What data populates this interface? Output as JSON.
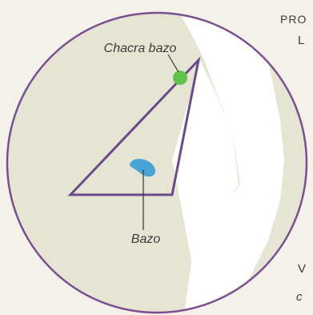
{
  "labels": {
    "chakra": "Chacra bazo",
    "organ": "Bazo"
  },
  "edge_text": {
    "heading": "PRO",
    "paragraph_start": "L",
    "bottom_line_1": "V",
    "bottom_line_2": "c"
  },
  "colors": {
    "paper": "#f4f1ea",
    "body_fill": "#e6e4d3",
    "circle_outline": "#7b4f8f",
    "triangle_outline": "#6b4a8a",
    "chakra_dot": "#62c24e",
    "spleen": "#4aa3d6",
    "leader_line": "#333333",
    "label_text": "#3b3b3b"
  },
  "icons": {
    "chakra": "green-dot",
    "organ": "blue-organ-shape"
  }
}
